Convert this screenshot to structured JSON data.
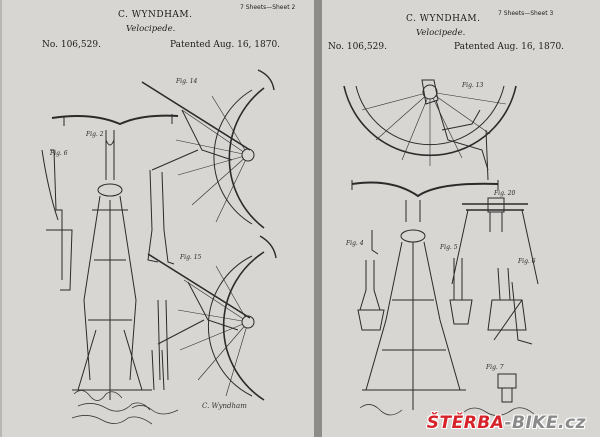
{
  "left_sheet": {
    "sheet_label": "7 Sheets—Sheet 2",
    "inventor": "C. WYNDHAM.",
    "title": "Velocipede.",
    "patent_no": "No. 106,529.",
    "patent_date": "Patented Aug. 16, 1870.",
    "figures": [
      "Fig. 2",
      "Fig. 14",
      "Fig. 6",
      "Fig. 15"
    ],
    "signature": "C. Wyndham"
  },
  "right_sheet": {
    "sheet_label": "7 Sheets—Sheet 3",
    "inventor": "C. WYNDHAM.",
    "title": "Velocipede.",
    "patent_no": "No. 106,529.",
    "patent_date": "Patented Aug. 16, 1870.",
    "figures": [
      "Fig. 13",
      "Fig. 20",
      "Fig. 4",
      "Fig. 5",
      "Fig. 6",
      "Fig. 7"
    ]
  },
  "watermark": {
    "part1": "ŠTĚRBA",
    "part2": "-BIKE.cz"
  }
}
